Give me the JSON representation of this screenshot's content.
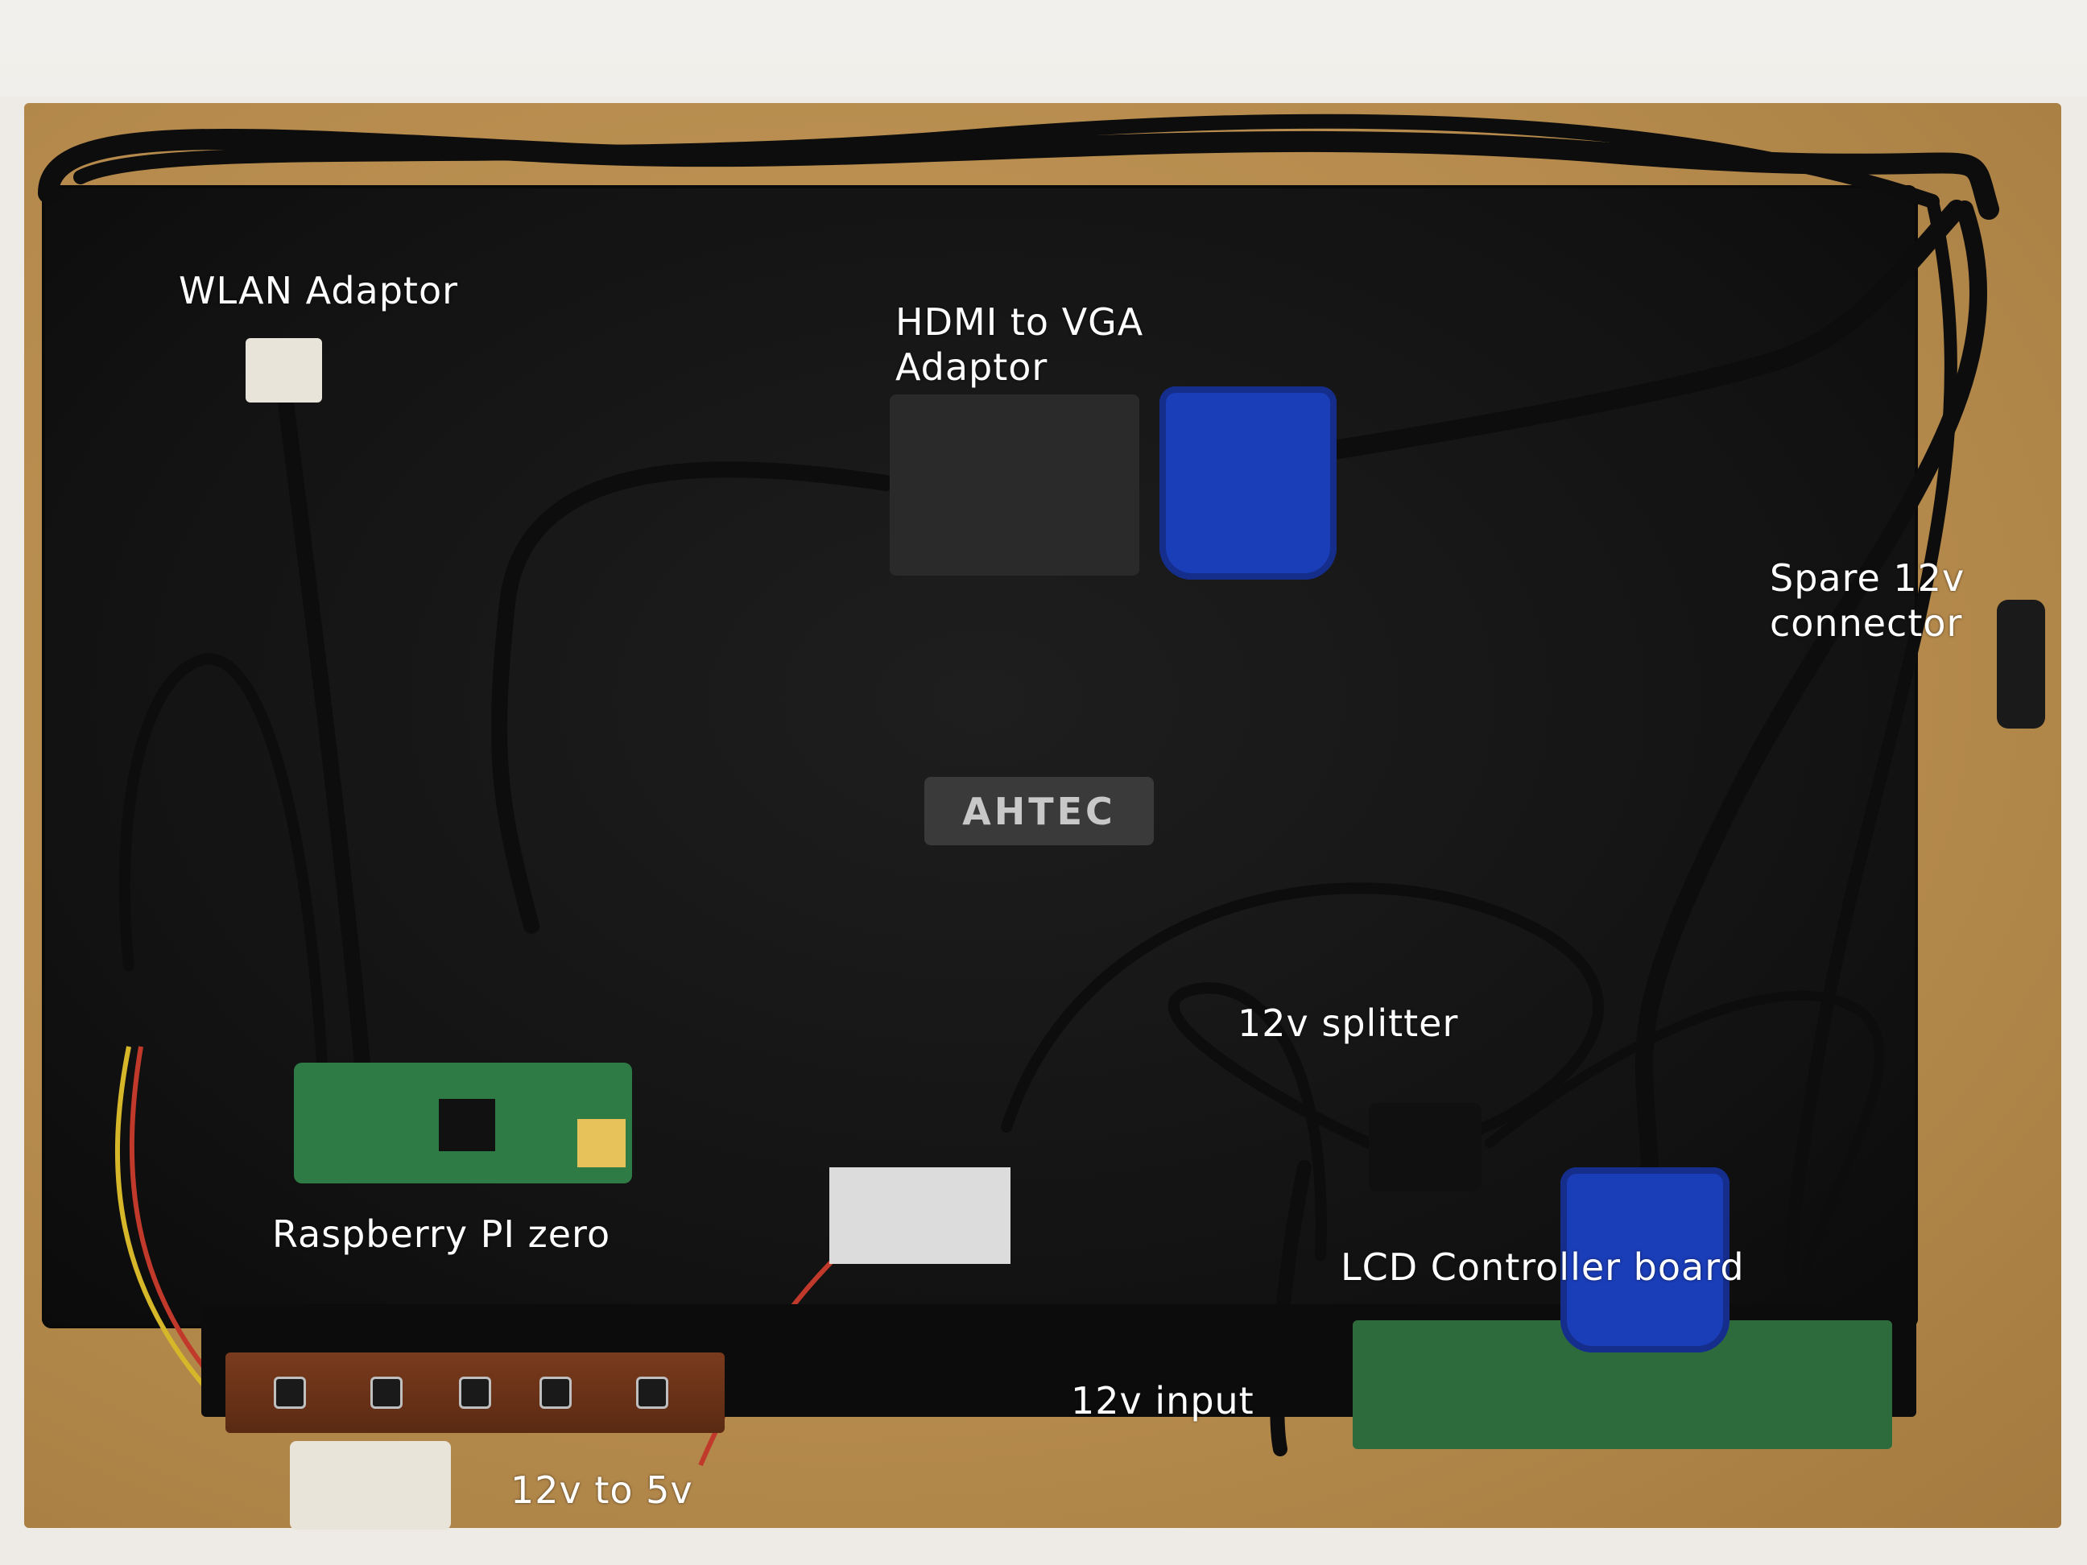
{
  "labels": {
    "wlan": "WLAN Adaptor",
    "hdmi_vga_1": "HDMI to VGA",
    "hdmi_vga_2": "Adaptor",
    "spare_1": "Spare 12v",
    "spare_2": "connector",
    "splitter": "12v splitter",
    "pi": "Raspberry PI zero",
    "lcd": "LCD Controller board",
    "input": "12v input",
    "converter": "12v to 5v"
  },
  "logo_text": "AHTEC",
  "colors": {
    "panel": "#141414",
    "cork": "#b58a4c",
    "vga_blue": "#1a3db8",
    "pcb_green": "#2e7b45",
    "label_text": "#ffffff"
  }
}
